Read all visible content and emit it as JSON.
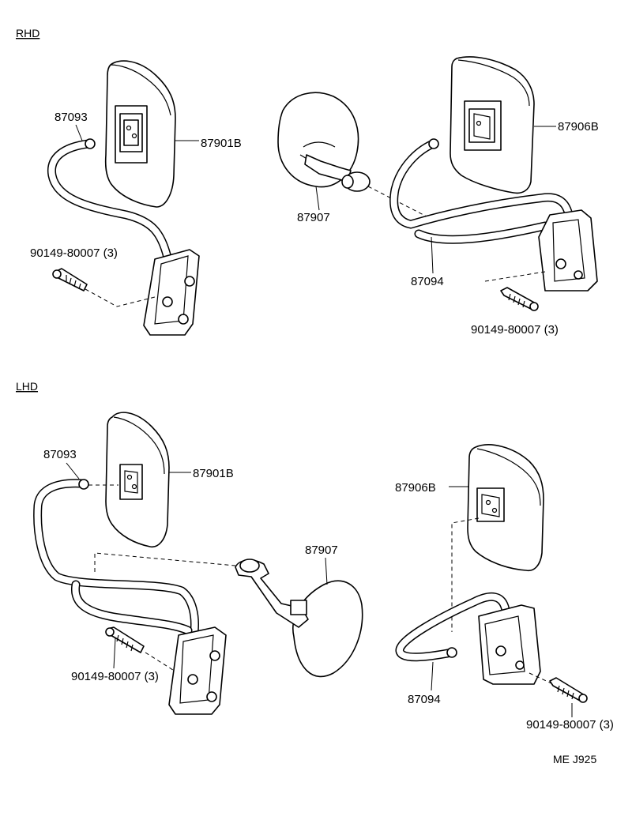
{
  "sections": {
    "rhd": "RHD",
    "lhd": "LHD"
  },
  "labels": {
    "rhd_87093": "87093",
    "rhd_87901b": "87901B",
    "rhd_bolt_left": "90149-80007 (3)",
    "rhd_87907": "87907",
    "rhd_87906b": "87906B",
    "rhd_87094": "87094",
    "rhd_bolt_right": "90149-80007 (3)",
    "lhd_87093": "87093",
    "lhd_87901b": "87901B",
    "lhd_87907": "87907",
    "lhd_87906b": "87906B",
    "lhd_bolt_left": "90149-80007 (3)",
    "lhd_87094": "87094",
    "lhd_bolt_right": "90149-80007 (3)"
  },
  "reference_code": "ME J925"
}
